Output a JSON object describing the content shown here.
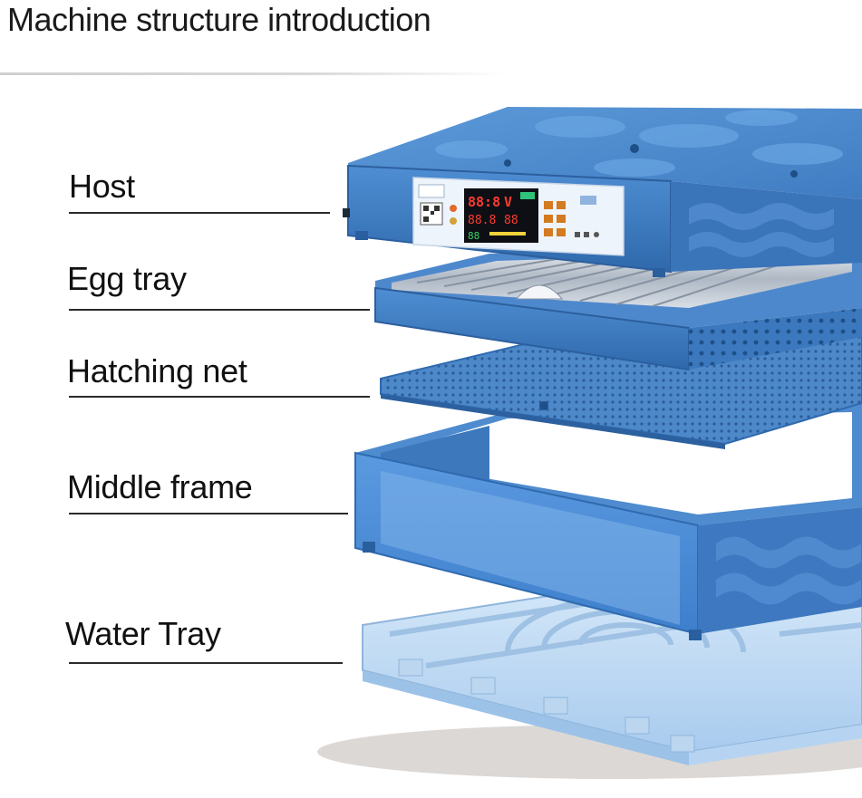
{
  "title": "Machine structure introduction",
  "parts": [
    {
      "id": "host",
      "label": "Host"
    },
    {
      "id": "egg-tray",
      "label": "Egg tray"
    },
    {
      "id": "hatching-net",
      "label": "Hatching net"
    },
    {
      "id": "middle-frame",
      "label": "Middle frame"
    },
    {
      "id": "water-tray",
      "label": "Water Tray"
    }
  ],
  "display": {
    "main_readout": "88:8",
    "row2_left": "88.8",
    "row2_right": "88",
    "row3_left": "88"
  },
  "colors": {
    "body_blue": "#3f7fc8",
    "body_dark": "#2c5f9e",
    "panel_white": "#eef4fb",
    "tray_metal": "#b9c3cf",
    "water_clear": "#cfe4f7"
  }
}
